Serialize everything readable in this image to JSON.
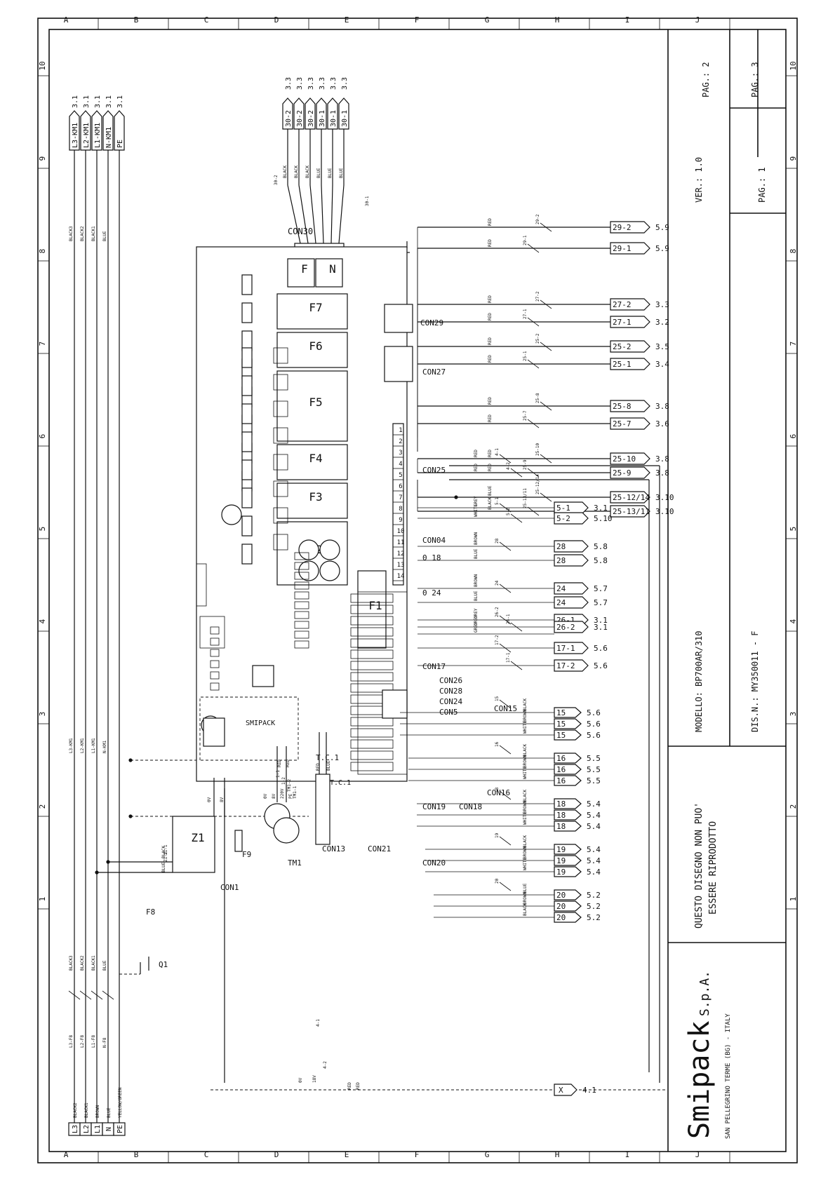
{
  "frame": {
    "cols_top": [
      "A",
      "B",
      "C",
      "D",
      "E",
      "F",
      "G",
      "H",
      "I",
      "J"
    ],
    "rows_side": [
      "10",
      "9",
      "8",
      "7",
      "6",
      "5",
      "4",
      "3",
      "2",
      "1"
    ]
  },
  "mains_inputs": [
    {
      "term": "L3",
      "wire": "BLACK2"
    },
    {
      "term": "L2",
      "wire": "BLACK1"
    },
    {
      "term": "L1",
      "wire": "BROWN"
    },
    {
      "term": "N",
      "wire": "BLUE"
    },
    {
      "term": "PE",
      "wire": "YELLOW/GREEN"
    }
  ],
  "mains_outputs": [
    {
      "label": "L3-KM1",
      "ref": "3.1"
    },
    {
      "label": "L2-KM1",
      "ref": "3.1"
    },
    {
      "label": "L1-KM1",
      "ref": "3.1"
    },
    {
      "label": "N-KM1",
      "ref": "3.1"
    },
    {
      "label": "PE",
      "ref": "3.1"
    }
  ],
  "mains_wire_labels": [
    "BLACK3",
    "BLACK2",
    "BLACK1",
    "BLUE"
  ],
  "mains_mid_labels": [
    "L3-KM1",
    "L2-KM1",
    "L1-KM1",
    "N-KM1"
  ],
  "fuse_tags": [
    "L3-F8",
    "L2-F8",
    "L1-F8",
    "N-F8"
  ],
  "con30": {
    "name": "CON30",
    "wire_group_tags": [
      "30-2",
      "30-1"
    ],
    "wires": [
      "BLACK",
      "BLACK",
      "BLACK",
      "BLUE",
      "BLUE",
      "BLUE"
    ],
    "outputs": [
      {
        "label": "30-2",
        "ref": "3.3"
      },
      {
        "label": "30-2",
        "ref": "3.3"
      },
      {
        "label": "30-2",
        "ref": "3.3"
      },
      {
        "label": "30-1",
        "ref": "3.3"
      },
      {
        "label": "30-1",
        "ref": "3.3"
      },
      {
        "label": "30-1",
        "ref": "3.3"
      }
    ]
  },
  "board": {
    "fuses": [
      "F",
      "N",
      "F7",
      "F6",
      "F5",
      "F4",
      "F3",
      "F2",
      "F1"
    ],
    "main_terminal_numbers": [
      "1",
      "2",
      "3",
      "4",
      "5",
      "6",
      "7",
      "8",
      "9",
      "10",
      "11",
      "12",
      "13",
      "14"
    ],
    "label_smipack": "SMIPACK",
    "connectors_left": [
      "CON29",
      "CON27",
      "CON25",
      "CON04",
      "0 18",
      "0 24",
      "CON17",
      "CON26",
      "CON28",
      "CON24",
      "CON5",
      "CON15",
      "CON16",
      "CON18",
      "CON19",
      "CON20",
      "CON21",
      "CON13",
      "CON1"
    ],
    "con1_pins": [
      "0V",
      "8V"
    ]
  },
  "right_groups": [
    {
      "wires": [
        "RED",
        "RED"
      ],
      "tags": [
        "29-1",
        "29-2"
      ],
      "outputs": [
        {
          "label": "29-1",
          "ref": "5.9"
        },
        {
          "label": "29-2",
          "ref": "5.9"
        }
      ]
    },
    {
      "wires": [
        "RED",
        "RED"
      ],
      "tags": [
        "27-1",
        "27-2"
      ],
      "outputs": [
        {
          "label": "27-1",
          "ref": "3.2"
        },
        {
          "label": "27-2",
          "ref": "3.3"
        }
      ]
    },
    {
      "wires": [
        "RED",
        "RED"
      ],
      "tags": [
        "25-1",
        "25-2"
      ],
      "outputs": [
        {
          "label": "25-1",
          "ref": "3.4"
        },
        {
          "label": "25-2",
          "ref": "3.5"
        }
      ]
    },
    {
      "wires": [
        "RED",
        "RED"
      ],
      "tags": [
        "25-7",
        "25-8"
      ],
      "outputs": [
        {
          "label": "25-7",
          "ref": "3.6"
        },
        {
          "label": "25-8",
          "ref": "3.8"
        }
      ]
    },
    {
      "wires": [
        "RED",
        "RED"
      ],
      "tags": [
        "25-9",
        "25-10"
      ],
      "outputs": [
        {
          "label": "25-9",
          "ref": "3.8"
        },
        {
          "label": "25-10",
          "ref": "3.8"
        }
      ]
    },
    {
      "wires": [
        "BLACK",
        "BLUE"
      ],
      "tags": [
        "25-13/11",
        "25-12/14"
      ],
      "outputs": [
        {
          "label": "25-13/11",
          "ref": "3.10"
        },
        {
          "label": "25-12/14",
          "ref": "3.10"
        }
      ]
    }
  ],
  "mid_groups": [
    {
      "wires": [
        "RED",
        "RED"
      ],
      "tags": [
        "4-1",
        "4-2"
      ]
    },
    {
      "wires": [
        "GREY",
        "WHITE"
      ],
      "tags": [
        "5-1",
        "5-2"
      ],
      "outputs": [
        {
          "label": "5-1",
          "ref": "3.1"
        },
        {
          "label": "5-2",
          "ref": "5.10"
        }
      ]
    },
    {
      "wires": [
        "BROWN",
        "BLUE"
      ],
      "tags": [
        "28"
      ],
      "outputs": [
        {
          "label": "28",
          "ref": "5.8"
        },
        {
          "label": "28",
          "ref": "5.8"
        }
      ]
    },
    {
      "wires": [
        "BROWN",
        "BLUE"
      ],
      "tags": [
        "24"
      ],
      "outputs": [
        {
          "label": "24",
          "ref": "5.7"
        },
        {
          "label": "24",
          "ref": "5.7"
        }
      ]
    },
    {
      "wires": [
        "GREY",
        "GREY",
        "GREY"
      ],
      "tags": [
        "26-2",
        "26-1"
      ],
      "outputs": [
        {
          "label": "26-1",
          "ref": "3.1"
        },
        {
          "label": "26-2",
          "ref": "3.1"
        }
      ]
    },
    {
      "wires": [],
      "tags": [
        "17-2",
        "17-1"
      ],
      "outputs": [
        {
          "label": "17-1",
          "ref": "5.6"
        },
        {
          "label": "17-2",
          "ref": "5.6"
        }
      ]
    }
  ],
  "probe_groups": [
    {
      "tag": "15",
      "wires": [
        "BLACK",
        "BROWN",
        "WHITE"
      ],
      "outputs": [
        {
          "label": "15",
          "ref": "5.6"
        },
        {
          "label": "15",
          "ref": "5.6"
        },
        {
          "label": "15",
          "ref": "5.6"
        }
      ]
    },
    {
      "tag": "16",
      "wires": [
        "BLACK",
        "BROWN",
        "WHITE"
      ],
      "outputs": [
        {
          "label": "16",
          "ref": "5.5"
        },
        {
          "label": "16",
          "ref": "5.5"
        },
        {
          "label": "16",
          "ref": "5.5"
        }
      ]
    },
    {
      "tag": "18",
      "wires": [
        "BLACK",
        "BROWN",
        "WHITE"
      ],
      "outputs": [
        {
          "label": "18",
          "ref": "5.4"
        },
        {
          "label": "18",
          "ref": "5.4"
        },
        {
          "label": "18",
          "ref": "5.4"
        }
      ]
    },
    {
      "tag": "19",
      "wires": [
        "BLACK",
        "BROWN",
        "WHITE"
      ],
      "outputs": [
        {
          "label": "19",
          "ref": "5.4"
        },
        {
          "label": "19",
          "ref": "5.4"
        },
        {
          "label": "19",
          "ref": "5.4"
        }
      ]
    },
    {
      "tag": "20",
      "wires": [
        "BLUE",
        "BROWN",
        "BLACK"
      ],
      "outputs": [
        {
          "label": "20",
          "ref": "5.2"
        },
        {
          "label": "20",
          "ref": "5.2"
        },
        {
          "label": "20",
          "ref": "5.2"
        }
      ]
    }
  ],
  "components": {
    "tc1": {
      "name": "T.C.1",
      "wires": [
        "RED",
        "BLUE"
      ]
    },
    "tm1": {
      "name": "TM1",
      "pins": [
        "0V",
        "8V",
        "220V",
        "PE"
      ],
      "tags": [
        "1-1",
        "1-2",
        "TM1-2",
        "TM1-1"
      ],
      "wires": [
        "RED",
        "RED"
      ]
    },
    "z1": {
      "name": "Z1",
      "tags": [
        "Z1-2",
        "Z1-1"
      ],
      "wires": [
        "BLACK",
        "BLUE"
      ]
    },
    "f8": {
      "name": "F8"
    },
    "f9": {
      "name": "F9"
    },
    "q1": {
      "name": "Q1"
    },
    "bottom": {
      "pins": [
        "0V",
        "18V"
      ],
      "tags": [
        "4-1",
        "4-2"
      ],
      "wires": [
        "RED",
        "RED"
      ],
      "output": {
        "label": "X",
        "ref": "4.1"
      }
    }
  },
  "title_block": {
    "company": "Smipack",
    "company_suffix": "S.p.A.",
    "address": "SAN PELLEGRINO TERME (BG) - ITALY",
    "notice_line1": "QUESTO DISEGNO NON PUO'",
    "notice_line2": "ESSERE RIPRODOTTO",
    "model": "MODELLO: BP700AR/310",
    "drawing_no": "DIS.N.: MY350011 - F",
    "version": "VER.: 1.0",
    "page": "PAG.: 2",
    "page_prev": "PAG.: 1",
    "page_next": "PAG.: 3"
  }
}
